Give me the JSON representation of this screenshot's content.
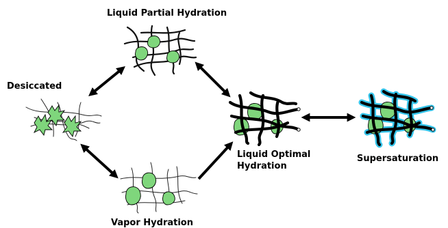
{
  "labels": {
    "liquid_partial": "Liquid Partial Hydration",
    "desiccated": "Desiccated",
    "liquid_optimal_line1": "Liquid Optimal",
    "liquid_optimal_line2": "Hydration",
    "supersaturation": "Supersaturation",
    "vapor": "Vapor Hydration"
  },
  "colors": {
    "protein_fill": "#7fd67c",
    "water_halo": "#35c4ea",
    "fiber": "#000000",
    "background": "#ffffff"
  }
}
